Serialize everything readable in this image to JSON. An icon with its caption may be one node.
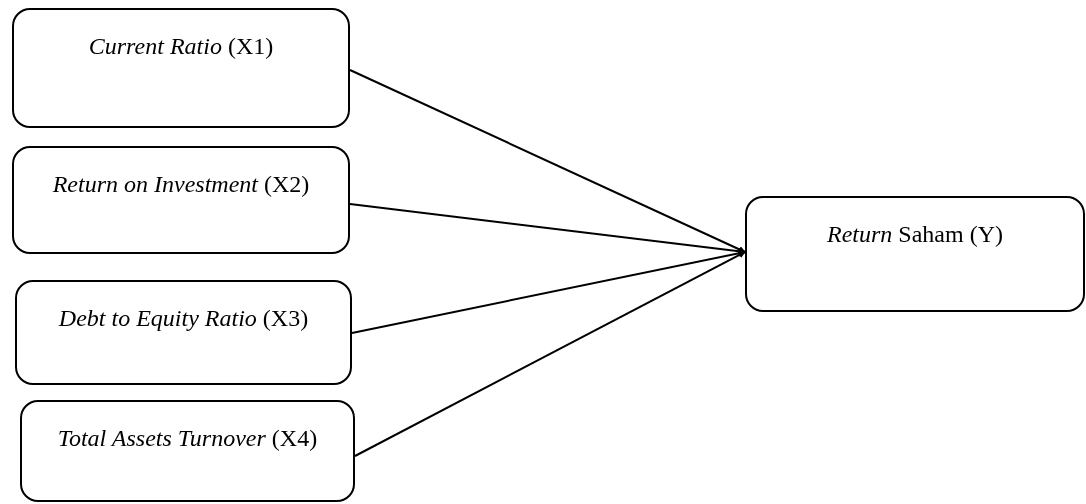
{
  "diagram": {
    "nodes": [
      {
        "text": [
          "*Current Ratio* (X1)"
        ]
      },
      {
        "text": [
          "*Return on Investment* (X2)"
        ]
      },
      {
        "text": [
          "*Debt to Equity Ratio* (X3)"
        ]
      },
      {
        "text": [
          "*Total Assets Turnover* (X4)"
        ]
      },
      {
        "text": [
          "*Return* Saham (Y)"
        ]
      }
    ],
    "edges": [
      {
        "from": 0,
        "to": 4,
        "arrow": "to"
      },
      {
        "from": 1,
        "to": 4,
        "arrow": "to"
      },
      {
        "from": 2,
        "to": 4,
        "arrow": "to"
      },
      {
        "from": 3,
        "to": 4,
        "arrow": "to"
      }
    ]
  }
}
